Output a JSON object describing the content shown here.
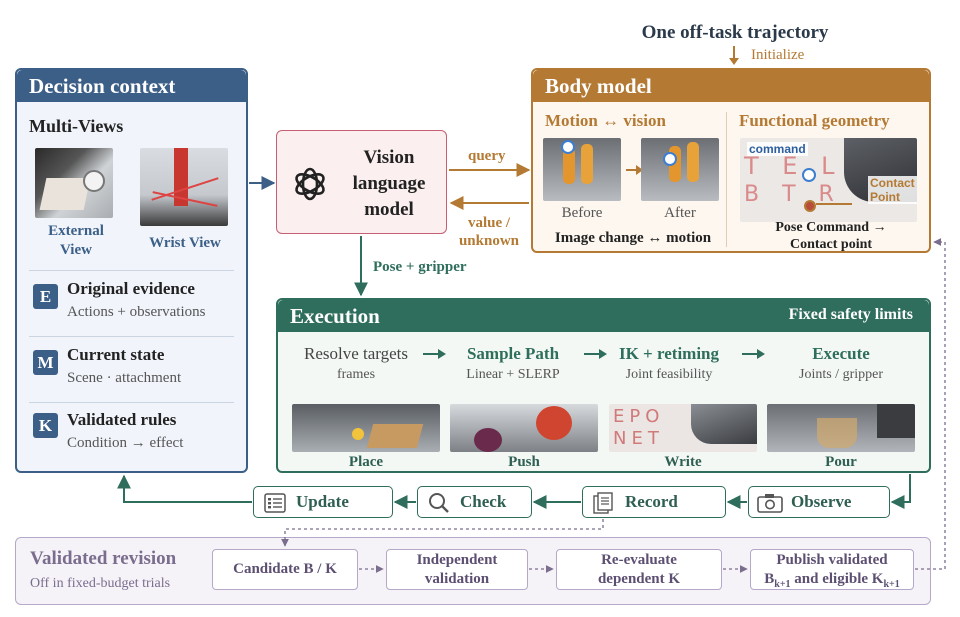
{
  "top": {
    "title": "One off-task trajectory",
    "initialize": "Initialize"
  },
  "decision": {
    "title": "Decision context",
    "multiviews": "Multi-Views",
    "external_view": "External View",
    "wrist_view": "Wrist View",
    "items": [
      {
        "badge": "E",
        "title": "Original evidence",
        "sub": "Actions + observations"
      },
      {
        "badge": "M",
        "title": "Current state",
        "sub": "Scene · attachment"
      },
      {
        "badge": "K",
        "title": "Validated rules",
        "sub": "Condition → effect"
      }
    ]
  },
  "vlm": {
    "line1": "Vision",
    "line2": "language",
    "line3": "model"
  },
  "arrows": {
    "query": "query",
    "value_l1": "value /",
    "value_l2": "unknown",
    "pose": "Pose + gripper"
  },
  "body": {
    "title": "Body model",
    "motion_title": "Motion ↔ vision",
    "before": "Before",
    "after": "After",
    "image_change": "Image change ↔ motion",
    "func_title": "Functional geometry",
    "command": "command",
    "contact_l1": "Contact",
    "contact_l2": "Point",
    "pose_cmd": "Pose Command →",
    "contact_point": "Contact point"
  },
  "execution": {
    "title": "Execution",
    "limits": "Fixed safety limits",
    "steps": [
      {
        "title": "Resolve targets",
        "sub": "frames"
      },
      {
        "title": "Sample Path",
        "sub": "Linear + SLERP"
      },
      {
        "title": "IK + retiming",
        "sub": "Joint feasibility"
      },
      {
        "title": "Execute",
        "sub": "Joints / gripper"
      }
    ],
    "tasks": [
      "Place",
      "Push",
      "Write",
      "Pour"
    ]
  },
  "loop": {
    "observe": "Observe",
    "record": "Record",
    "check": "Check",
    "update": "Update"
  },
  "revision": {
    "title": "Validated revision",
    "sub": "Off in fixed-budget trials",
    "candidate": "Candidate B / K",
    "indep_l1": "Independent",
    "indep_l2": "validation",
    "reeval_l1": "Re-evaluate",
    "reeval_l2": "dependent K",
    "publish_l1": "Publish validated",
    "publish_b": "B",
    "publish_b_sub": "k+1",
    "publish_mid": " and eligible K",
    "publish_k_sub": "k+1"
  },
  "colors": {
    "blue": "#3c5f88",
    "blue_bg": "#f1f5fb",
    "brown": "#b47a34",
    "brown_bg": "#fdf7ef",
    "green": "#2f6e5c",
    "green_bg": "#f3f8f5",
    "purple_border": "#b6a8c8",
    "purple_bg": "#f5f2f8",
    "vlm_border": "#c65f72",
    "vlm_bg": "#fbefef"
  }
}
